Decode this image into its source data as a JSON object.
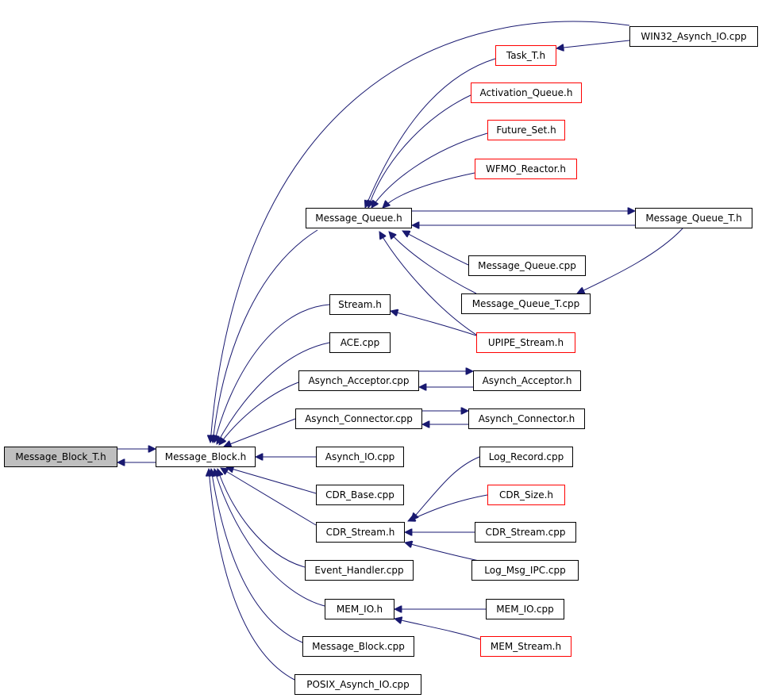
{
  "nodes": {
    "message_block_t_h": "Message_Block_T.h",
    "message_block_h": "Message_Block.h",
    "message_queue_h": "Message_Queue.h",
    "win32_asynch_io_cpp": "WIN32_Asynch_IO.cpp",
    "task_t_h": "Task_T.h",
    "activation_queue_h": "Activation_Queue.h",
    "future_set_h": "Future_Set.h",
    "wfmo_reactor_h": "WFMO_Reactor.h",
    "message_queue_t_h": "Message_Queue_T.h",
    "message_queue_cpp": "Message_Queue.cpp",
    "message_queue_t_cpp": "Message_Queue_T.cpp",
    "stream_h": "Stream.h",
    "upipe_stream_h": "UPIPE_Stream.h",
    "ace_cpp": "ACE.cpp",
    "asynch_acceptor_cpp": "Asynch_Acceptor.cpp",
    "asynch_acceptor_h": "Asynch_Acceptor.h",
    "asynch_connector_cpp": "Asynch_Connector.cpp",
    "asynch_connector_h": "Asynch_Connector.h",
    "asynch_io_cpp": "Asynch_IO.cpp",
    "log_record_cpp": "Log_Record.cpp",
    "cdr_base_cpp": "CDR_Base.cpp",
    "cdr_size_h": "CDR_Size.h",
    "cdr_stream_h": "CDR_Stream.h",
    "cdr_stream_cpp": "CDR_Stream.cpp",
    "event_handler_cpp": "Event_Handler.cpp",
    "log_msg_ipc_cpp": "Log_Msg_IPC.cpp",
    "mem_io_h": "MEM_IO.h",
    "mem_io_cpp": "MEM_IO.cpp",
    "mem_stream_h": "MEM_Stream.h",
    "message_block_cpp": "Message_Block.cpp",
    "posix_asynch_io_cpp": "POSIX_Asynch_IO.cpp"
  },
  "colors": {
    "edge": "#191970",
    "linked_border": "#ff0000",
    "current_fill": "#bfbfbf"
  }
}
